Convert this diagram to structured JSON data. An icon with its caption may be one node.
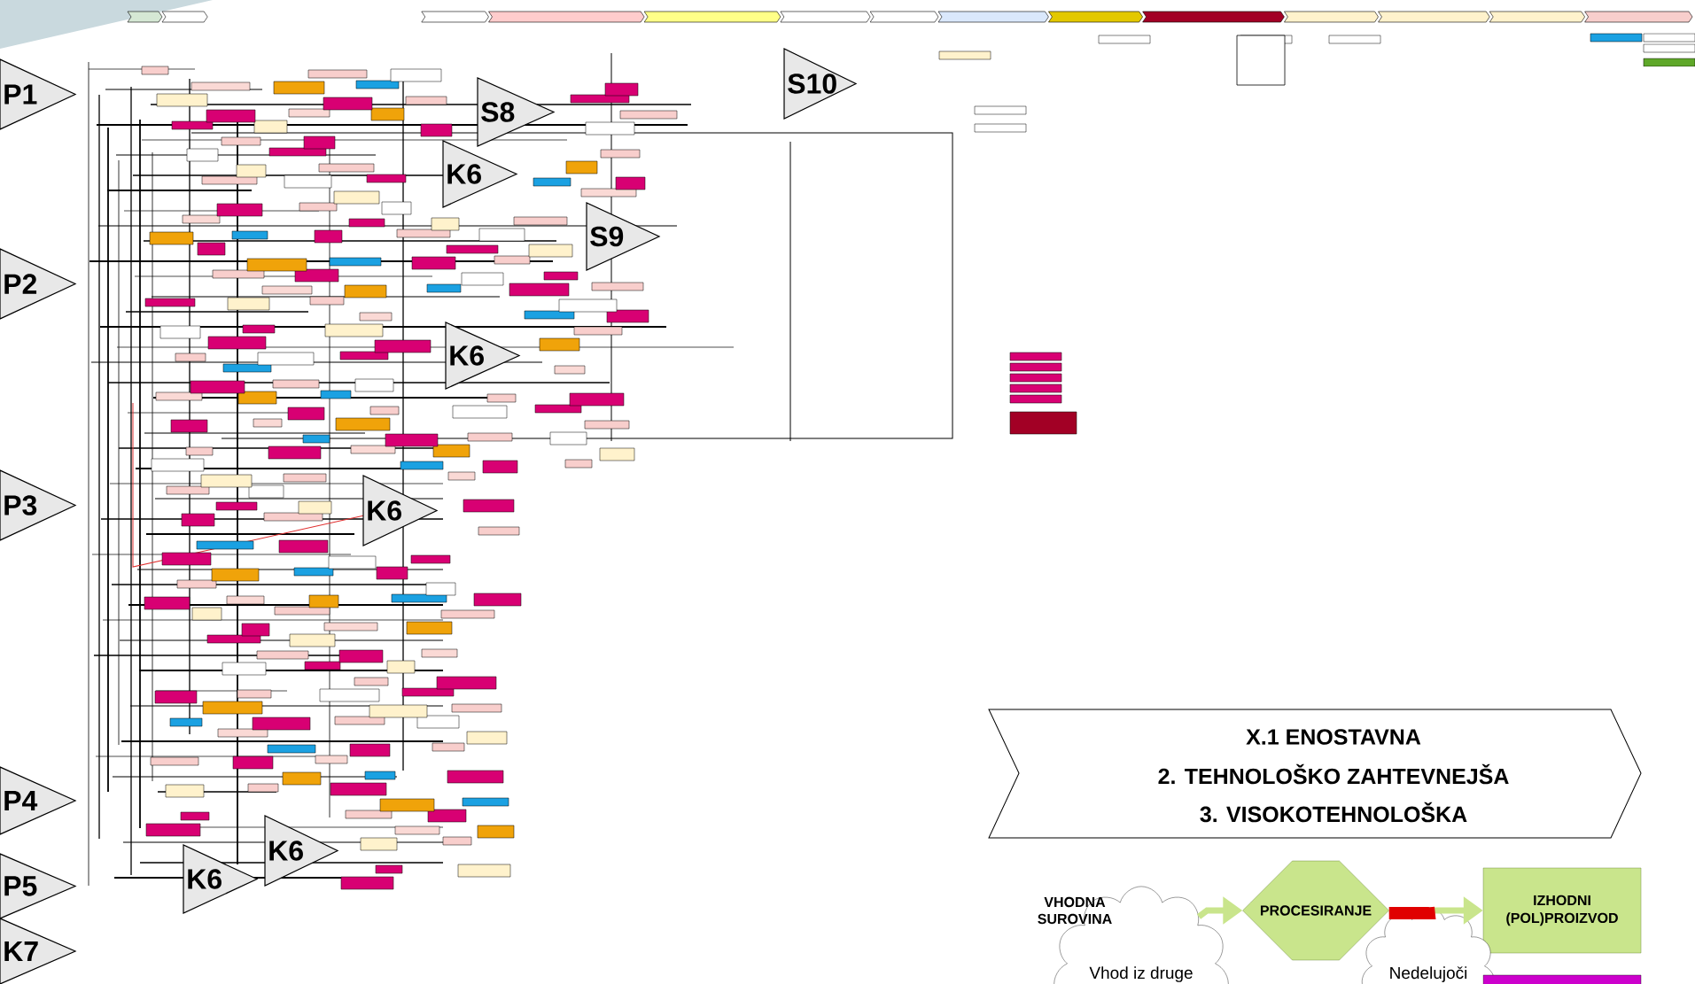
{
  "diagram": {
    "nodes": [
      {
        "text": [
          "P1"
        ]
      },
      {
        "text": [
          "P2"
        ]
      },
      {
        "text": [
          "P3"
        ]
      },
      {
        "text": [
          "P4"
        ]
      },
      {
        "text": [
          "P5"
        ]
      },
      {
        "text": [
          "K7"
        ]
      },
      {
        "text": [
          "S8"
        ]
      },
      {
        "text": [
          "K6"
        ]
      },
      {
        "text": [
          "S9"
        ]
      },
      {
        "text": [
          "K6"
        ]
      },
      {
        "text": [
          "K6"
        ]
      },
      {
        "text": [
          "K6"
        ]
      },
      {
        "text": [
          "K6"
        ]
      },
      {
        "text": [
          "S10"
        ]
      },
      {
        "text": [
          "X.1 ENOSTAVNA",
          "2.   TEHNOLOŠKO ZAHTEVNEJŠA",
          "3.   VISOKOTEHNOLOŠKA"
        ]
      },
      {
        "text": [
          "PROCESIRANJE"
        ]
      },
      {
        "text": [
          "IZHODNI (POL)PROIZVOD"
        ]
      },
      {
        "text": [
          "Vhod iz druge"
        ]
      },
      {
        "text": [
          "Nedelujoči"
        ]
      },
      {
        "text": [],
        "shape": "box"
      }
    ],
    "edges": [
      {
        "from": 17,
        "to": 15,
        "arrow": "to"
      },
      {
        "from": 15,
        "to": 16,
        "arrow": "to"
      },
      {
        "from": 15,
        "to": 18,
        "arrow": "none",
        "style": "thick",
        "color": "#e00000"
      }
    ],
    "labels": [
      "VHODNA SUROVINA"
    ]
  }
}
